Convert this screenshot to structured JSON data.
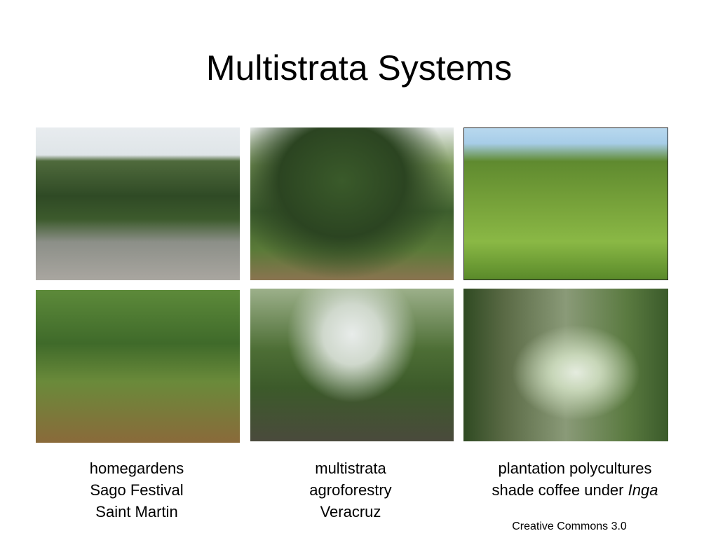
{
  "title": "Multistrata Systems",
  "captions": [
    {
      "lines": [
        "homegardens",
        "Sago Festival",
        "Saint Martin"
      ]
    },
    {
      "lines": [
        "multistrata",
        "agroforestry",
        "Veracruz"
      ]
    },
    {
      "line1": "plantation polycultures",
      "line2_prefix": "shade coffee under ",
      "line2_italic": "Inga"
    }
  ],
  "credit": "Creative Commons 3.0"
}
